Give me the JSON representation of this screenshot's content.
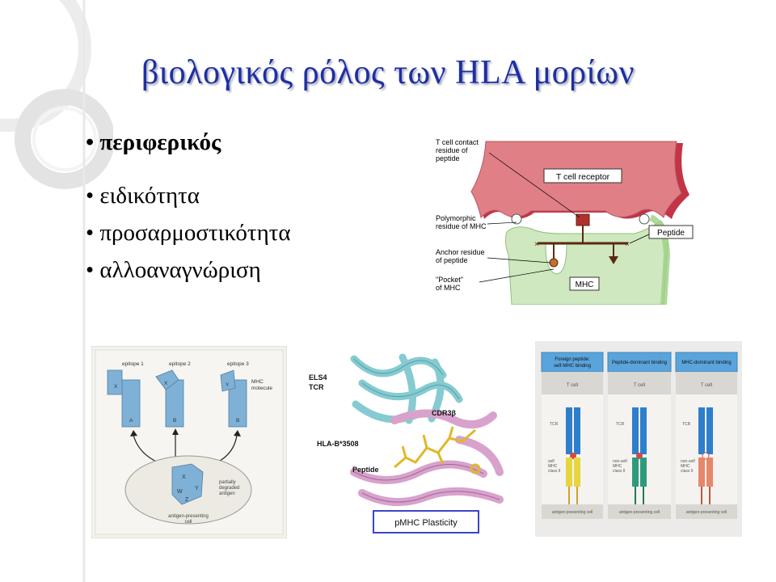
{
  "slide": {
    "title": "βιολογικός ρόλος των HLA μορίων",
    "bullets": [
      "• περιφερικός",
      "• ειδικότητα",
      "• προσαρμοστικότητα",
      "• αλλοαναγνώριση"
    ]
  },
  "fig_tcr_diagram": {
    "labels": {
      "contact": [
        "T cell contact",
        "residue of",
        "peptide"
      ],
      "tcr": "T cell receptor",
      "polymorphic": [
        "Polymorphic",
        "residue of MHC"
      ],
      "anchor": [
        "Anchor residue",
        "of peptide"
      ],
      "pocket": [
        "\"Pocket\"",
        "of MHC"
      ],
      "peptide": "Peptide",
      "mhc": "MHC"
    }
  },
  "fig_epitopes": {
    "labels": {
      "epitope1": "epitope 1",
      "epitope2": "epitope 2",
      "epitope3": "epitope 3",
      "mhc": [
        "MHC",
        "molecule"
      ],
      "a": "A",
      "b1": "B",
      "b2": "B",
      "x": "X",
      "y": "Y",
      "w": "W",
      "z": "Z",
      "degraded": [
        "partially",
        "degraded",
        "antigen"
      ],
      "apc": [
        "antigen-presenting",
        "cell"
      ]
    }
  },
  "fig_structure": {
    "labels": {
      "els4": "ELS4",
      "tcr": "TCR",
      "cdr": "CDR3β",
      "hla": "HLA-B*3508",
      "peptide": "Peptide",
      "plasticity": "pMHC Plasticity"
    }
  },
  "fig_binding": {
    "headers": [
      [
        "Foreign peptide:",
        "self-MHC binding"
      ],
      [
        "Peptide-dominant binding"
      ],
      [
        "MHC-dominant binding"
      ]
    ],
    "tcell": "T cell",
    "tcr": "TCR",
    "mhc_labels": [
      [
        "self",
        "MHC",
        "class II"
      ],
      [
        "non-self",
        "MHC",
        "class II"
      ],
      [
        "non-self",
        "MHC",
        "class II"
      ]
    ],
    "apc": "antigen-presenting cell"
  },
  "colors": {
    "title": "#1c2fa4",
    "tcr": "#e07f86",
    "mhc": "#cfe8bf",
    "binding_header": "#5aa4dc",
    "structure_frame": "#3a45c8"
  }
}
